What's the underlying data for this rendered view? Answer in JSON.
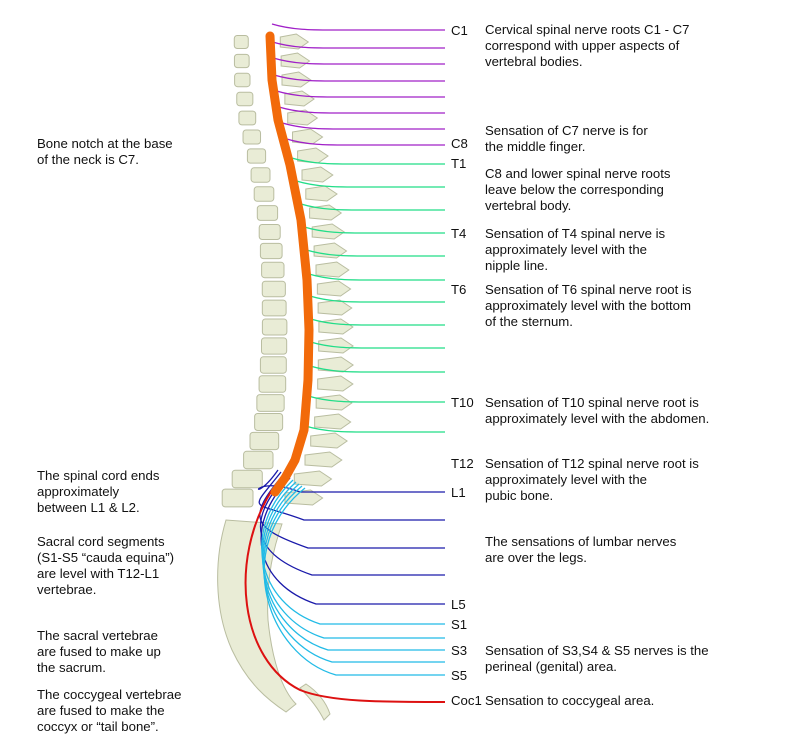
{
  "colors": {
    "cervical": "#a020c8",
    "thoracic": "#22dd88",
    "lumbar": "#1a1aaa",
    "sacral": "#22bbe6",
    "coccygeal": "#dd1111",
    "spinal_cord": "#f26a0a",
    "bone": "#e9ecd6",
    "bone_shadow": "#b9bda0"
  },
  "levels": {
    "c1": "C1",
    "c8": "C8",
    "t1": "T1",
    "t4": "T4",
    "t6": "T6",
    "t10": "T10",
    "t12": "T12",
    "l1": "L1",
    "l5": "L5",
    "s1": "S1",
    "s3": "S3",
    "s5": "S5",
    "coc1": "Coc1"
  },
  "notes_left": {
    "c7_notch": "Bone notch at the base\nof the neck is C7.",
    "cord_end": "The spinal cord ends\napproximately\nbetween L1 & L2.",
    "sacral_segments": "Sacral cord segments\n(S1-S5 “cauda equina”)\nare level with T12-L1\nvertebrae.",
    "sacrum": "The sacral vertebrae\nare fused to make up\nthe sacrum.",
    "coccyx": "The coccygeal vertebrae\nare fused to make the\ncoccyx or “tail bone”."
  },
  "notes_right": {
    "cervical": "Cervical spinal nerve roots C1 - C7\ncorrespond with upper aspects of\nvertebral bodies.",
    "c7": "Sensation of C7 nerve is for\nthe middle finger.",
    "c8_lower": "C8 and lower spinal nerve roots\nleave below the corresponding\nvertebral body.",
    "t4": "Sensation of T4 spinal nerve is\napproximately level with the\nnipple line.",
    "t6": "Sensation of T6 spinal nerve root is\napproximately level with the bottom\nof the sternum.",
    "t10": "Sensation of T10 spinal nerve root is\napproximately level with the abdomen.",
    "t12": "Sensation of T12 spinal nerve root is\napproximately level with the\npubic bone.",
    "lumbar": "The sensations of lumbar nerves\nare over the legs.",
    "s3_s5": "Sensation of S3,S4 & S5 nerves is the\nperineal (genital) area.",
    "coc1": "Sensation to coccygeal area."
  }
}
